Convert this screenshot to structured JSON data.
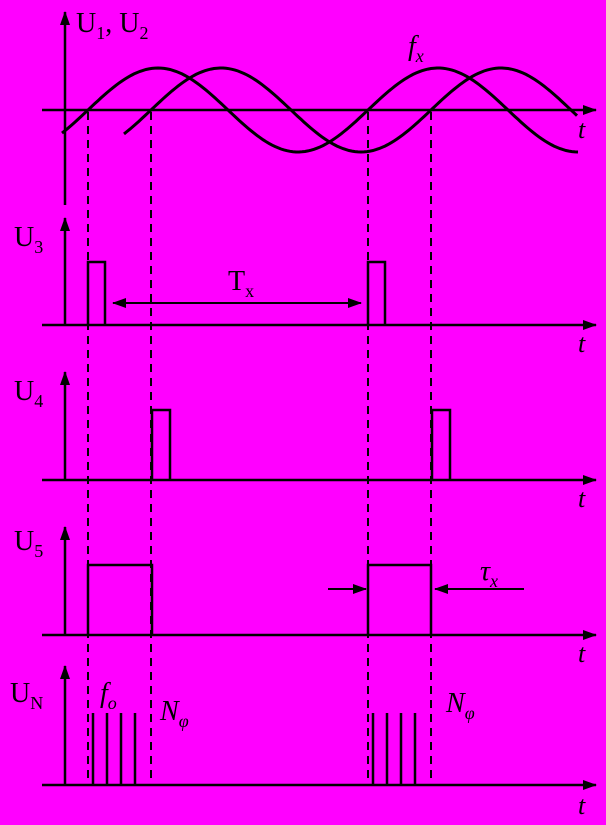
{
  "colors": {
    "background": "#ff00ff",
    "ink": "#000000"
  },
  "panel_u12": {
    "label_base1": "U",
    "label_sub1": "1",
    "label_base2": ", U",
    "label_sub2": "2",
    "freq_base": "f",
    "freq_sub": "x",
    "t": "t"
  },
  "panel_u3": {
    "label_base": "U",
    "label_sub": "3",
    "period_base": "T",
    "period_sub": "x",
    "t": "t"
  },
  "panel_u4": {
    "label_base": "U",
    "label_sub": "4",
    "t": "t"
  },
  "panel_u5": {
    "label_base": "U",
    "label_sub": "5",
    "tau_base": "τ",
    "tau_sub": "x",
    "t": "t"
  },
  "panel_un": {
    "label_base": "U",
    "label_sub": "N",
    "f0_base": "f",
    "f0_sub": "o",
    "n1_base": "N",
    "n1_sub": "φ",
    "n2_base": "N",
    "n2_sub": "φ",
    "t": "t"
  }
}
